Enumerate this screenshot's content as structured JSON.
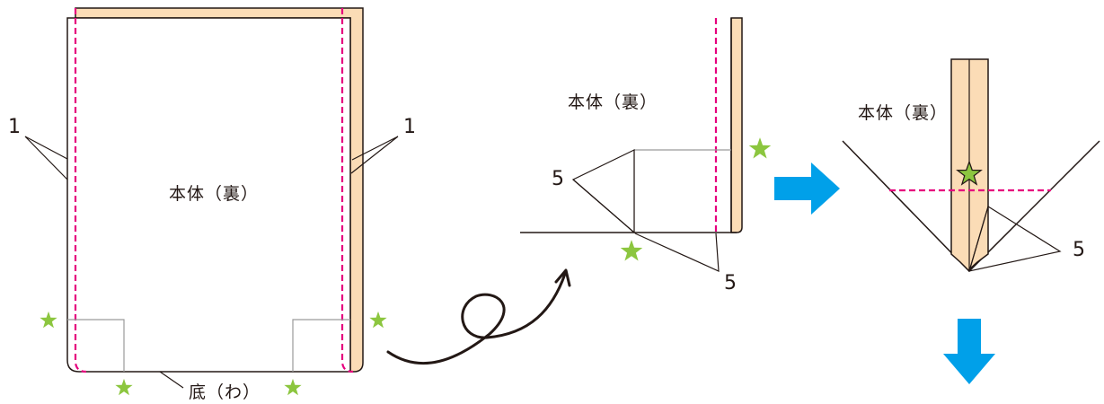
{
  "colors": {
    "fabric_edge": "#fbdcb6",
    "outline": "#231815",
    "guide": "#9a9a9a",
    "stitch": "#e6007e",
    "star": "#8cc63f",
    "arrow": "#00a0e9"
  },
  "panel1": {
    "body_label": "本体（裏）",
    "bottom_label": "底（わ）",
    "left_marker": "1",
    "right_marker": "1"
  },
  "panel2": {
    "body_label": "本体（裏）",
    "marker_left": "5",
    "marker_bottom": "5"
  },
  "panel3": {
    "body_label": "本体（裏）",
    "marker_right": "5"
  },
  "icons": {
    "star": "star-mark-icon",
    "loop_arrow": "loop-arrow-icon",
    "arrow_right": "arrow-right-icon",
    "arrow_down": "arrow-down-icon"
  }
}
